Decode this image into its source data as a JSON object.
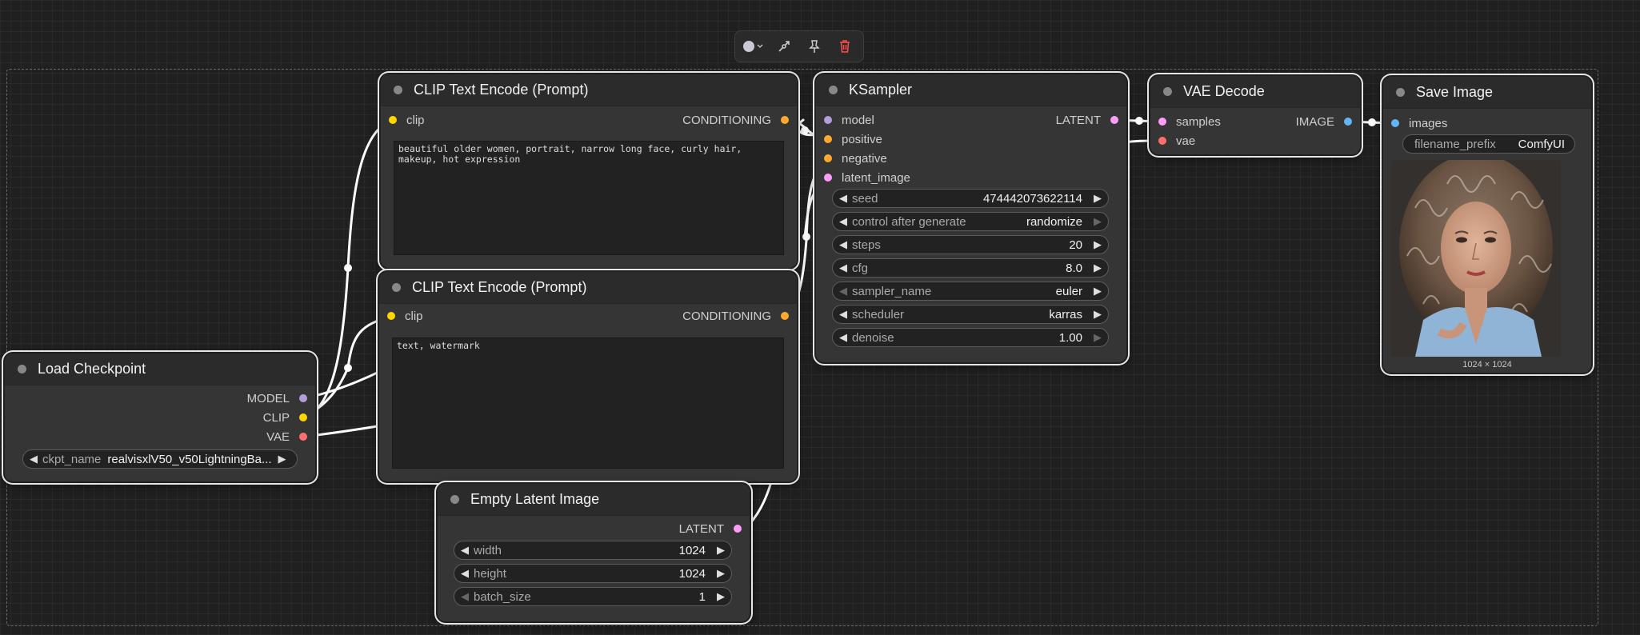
{
  "toolbar": {
    "color_icon": "color-circle-icon",
    "bypass_icon": "bypass-icon",
    "pin_icon": "pin-icon",
    "delete_icon": "trash-icon",
    "delete_color": "#ff4d4d"
  },
  "nodes": {
    "clip_pos": {
      "title": "CLIP Text Encode (Prompt)",
      "input_clip": "clip",
      "output": "CONDITIONING",
      "text": "beautiful older women, portrait, narrow long face, curly hair, makeup, hot expression"
    },
    "clip_neg": {
      "title": "CLIP Text Encode (Prompt)",
      "input_clip": "clip",
      "output": "CONDITIONING",
      "text": "text, watermark"
    },
    "ksampler": {
      "title": "KSampler",
      "inputs": [
        "model",
        "positive",
        "negative",
        "latent_image"
      ],
      "output": "LATENT",
      "widgets": [
        {
          "label": "seed",
          "value": "474442073622114"
        },
        {
          "label": "control after generate",
          "value": "randomize"
        },
        {
          "label": "steps",
          "value": "20"
        },
        {
          "label": "cfg",
          "value": "8.0"
        },
        {
          "label": "sampler_name",
          "value": "euler"
        },
        {
          "label": "scheduler",
          "value": "karras"
        },
        {
          "label": "denoise",
          "value": "1.00"
        }
      ]
    },
    "vae_decode": {
      "title": "VAE Decode",
      "inputs": [
        "samples",
        "vae"
      ],
      "output": "IMAGE"
    },
    "save_image": {
      "title": "Save Image",
      "input": "images",
      "widget_label": "filename_prefix",
      "widget_value": "ComfyUI",
      "image_size": "1024 × 1024"
    },
    "load_checkpoint": {
      "title": "Load Checkpoint",
      "outputs": [
        "MODEL",
        "CLIP",
        "VAE"
      ],
      "widget_label": "ckpt_name",
      "widget_value": "realvisxlV50_v50LightningBa..."
    },
    "empty_latent": {
      "title": "Empty Latent Image",
      "output": "LATENT",
      "widgets": [
        {
          "label": "width",
          "value": "1024"
        },
        {
          "label": "height",
          "value": "1024"
        },
        {
          "label": "batch_size",
          "value": "1"
        }
      ]
    }
  }
}
